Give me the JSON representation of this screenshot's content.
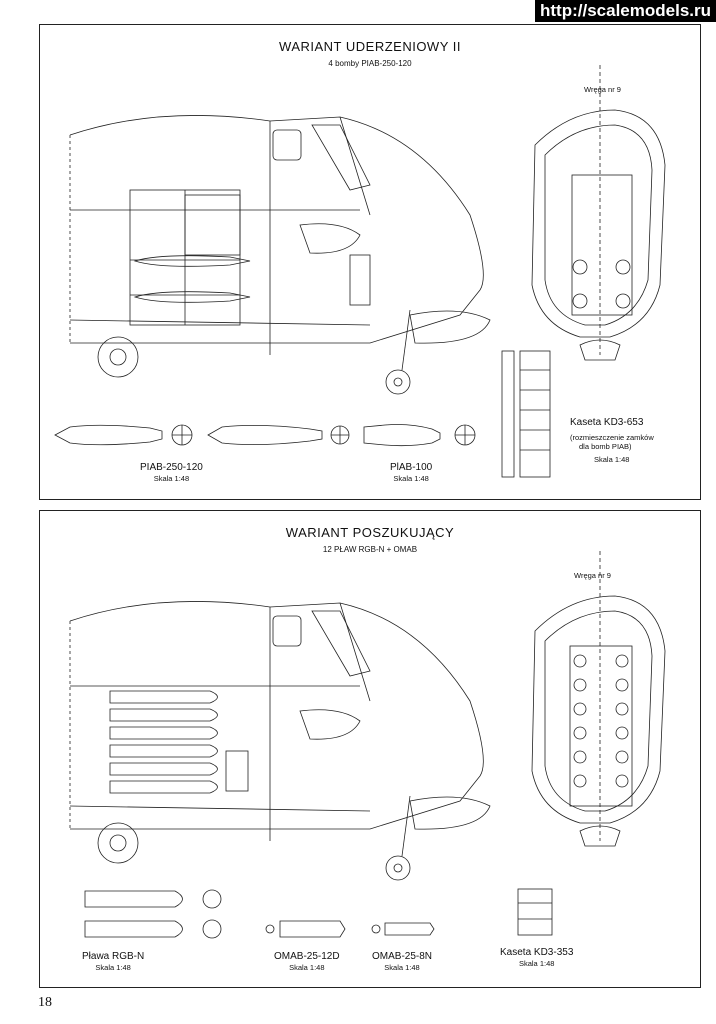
{
  "watermark": "http://scalemodels.ru",
  "page_number": "18",
  "panel1": {
    "title": "WARIANT UDERZENIOWY II",
    "subtitle": "4 bomby PIAB-250-120",
    "frame_label": "Wręga nr 9",
    "cassette_label": "Kaseta KD3-653",
    "cassette_note": "(rozmieszczenie zamków",
    "cassette_note2": "dla bomb PIAB)",
    "cassette_scale": "Skala 1:48",
    "bomb1_label": "PIAB-250-120",
    "bomb1_scale": "Skala 1:48",
    "bomb2_label": "PlAB-100",
    "bomb2_scale": "Skala 1:48"
  },
  "panel2": {
    "title": "WARIANT POSZUKUJĄCY",
    "subtitle": "12 PŁAW RGB-N + OMAB",
    "frame_label": "Wręga nr 9",
    "item1_label": "Pława RGB-N",
    "item1_scale": "Skala 1:48",
    "item2_label": "OMAB-25-12D",
    "item2_scale": "Skala 1:48",
    "item3_label": "OMAB-25-8N",
    "item3_scale": "Skala 1:48",
    "item4_label": "Kaseta KD3-353",
    "item4_scale": "Skala 1:48"
  }
}
